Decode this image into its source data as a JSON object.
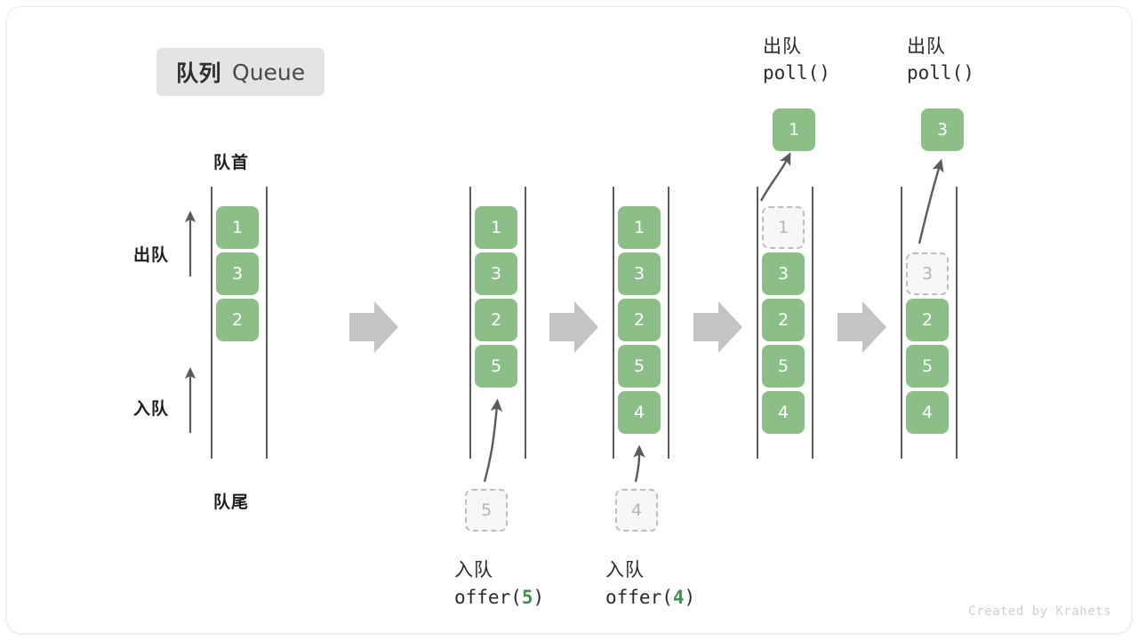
{
  "diagram": {
    "title_cn": "队列",
    "title_en": "Queue",
    "head_label": "队首",
    "tail_label": "队尾",
    "dequeue_label": "出队",
    "enqueue_label": "入队",
    "credit": "Created by Krahets",
    "colors": {
      "cell_green": "#8bbf87",
      "ghost_fill": "#f7f7f7",
      "ghost_border": "#bdbdbd",
      "rail": "#5b5b5b",
      "fat_arrow": "#c4c4c4",
      "thin_arrow": "#5b5b5b",
      "badge_bg": "#e4e4e4",
      "code_accent": "#3f9150"
    }
  },
  "stages": [
    {
      "id": "initial",
      "cells": [
        "1",
        "3",
        "2"
      ],
      "ghost_index": null,
      "op_cn": "",
      "op_code": "",
      "popped": null
    },
    {
      "id": "offer-5",
      "cells": [
        "1",
        "3",
        "2",
        "5"
      ],
      "ghost_index": null,
      "op_cn": "入队",
      "op_code_prefix": "offer(",
      "op_code_num": "5",
      "op_code_suffix": ")",
      "incoming": "5"
    },
    {
      "id": "offer-4",
      "cells": [
        "1",
        "3",
        "2",
        "5",
        "4"
      ],
      "ghost_index": null,
      "op_cn": "入队",
      "op_code_prefix": "offer(",
      "op_code_num": "4",
      "op_code_suffix": ")",
      "incoming": "4"
    },
    {
      "id": "poll-1",
      "cells": [
        "1",
        "3",
        "2",
        "5",
        "4"
      ],
      "ghost_index": 0,
      "op_cn": "出队",
      "op_code": "poll()",
      "popped": "1"
    },
    {
      "id": "poll-3",
      "cells": [
        "3",
        "2",
        "5",
        "4"
      ],
      "ghost_index": 0,
      "op_cn": "出队",
      "op_code": "poll()",
      "popped": "3"
    }
  ],
  "labels": {
    "stage1_op_cn": "入队",
    "stage1_code_prefix": "offer(",
    "stage1_code_num": "5",
    "stage1_code_suffix": ")",
    "stage2_op_cn": "入队",
    "stage2_code_prefix": "offer(",
    "stage2_code_num": "4",
    "stage2_code_suffix": ")",
    "stage3_op_cn": "出队",
    "stage3_code": "poll()",
    "stage4_op_cn": "出队",
    "stage4_code": "poll()"
  },
  "cells": {
    "c0_0": "1",
    "c0_1": "3",
    "c0_2": "2",
    "c1_0": "1",
    "c1_1": "3",
    "c1_2": "2",
    "c1_3": "5",
    "c2_0": "1",
    "c2_1": "3",
    "c2_2": "2",
    "c2_3": "5",
    "c2_4": "4",
    "c3_0": "1",
    "c3_1": "3",
    "c3_2": "2",
    "c3_3": "5",
    "c3_4": "4",
    "c4_0": "3",
    "c4_1": "2",
    "c4_2": "5",
    "c4_3": "4",
    "in1": "5",
    "in2": "4",
    "out3": "1",
    "out4": "3"
  }
}
